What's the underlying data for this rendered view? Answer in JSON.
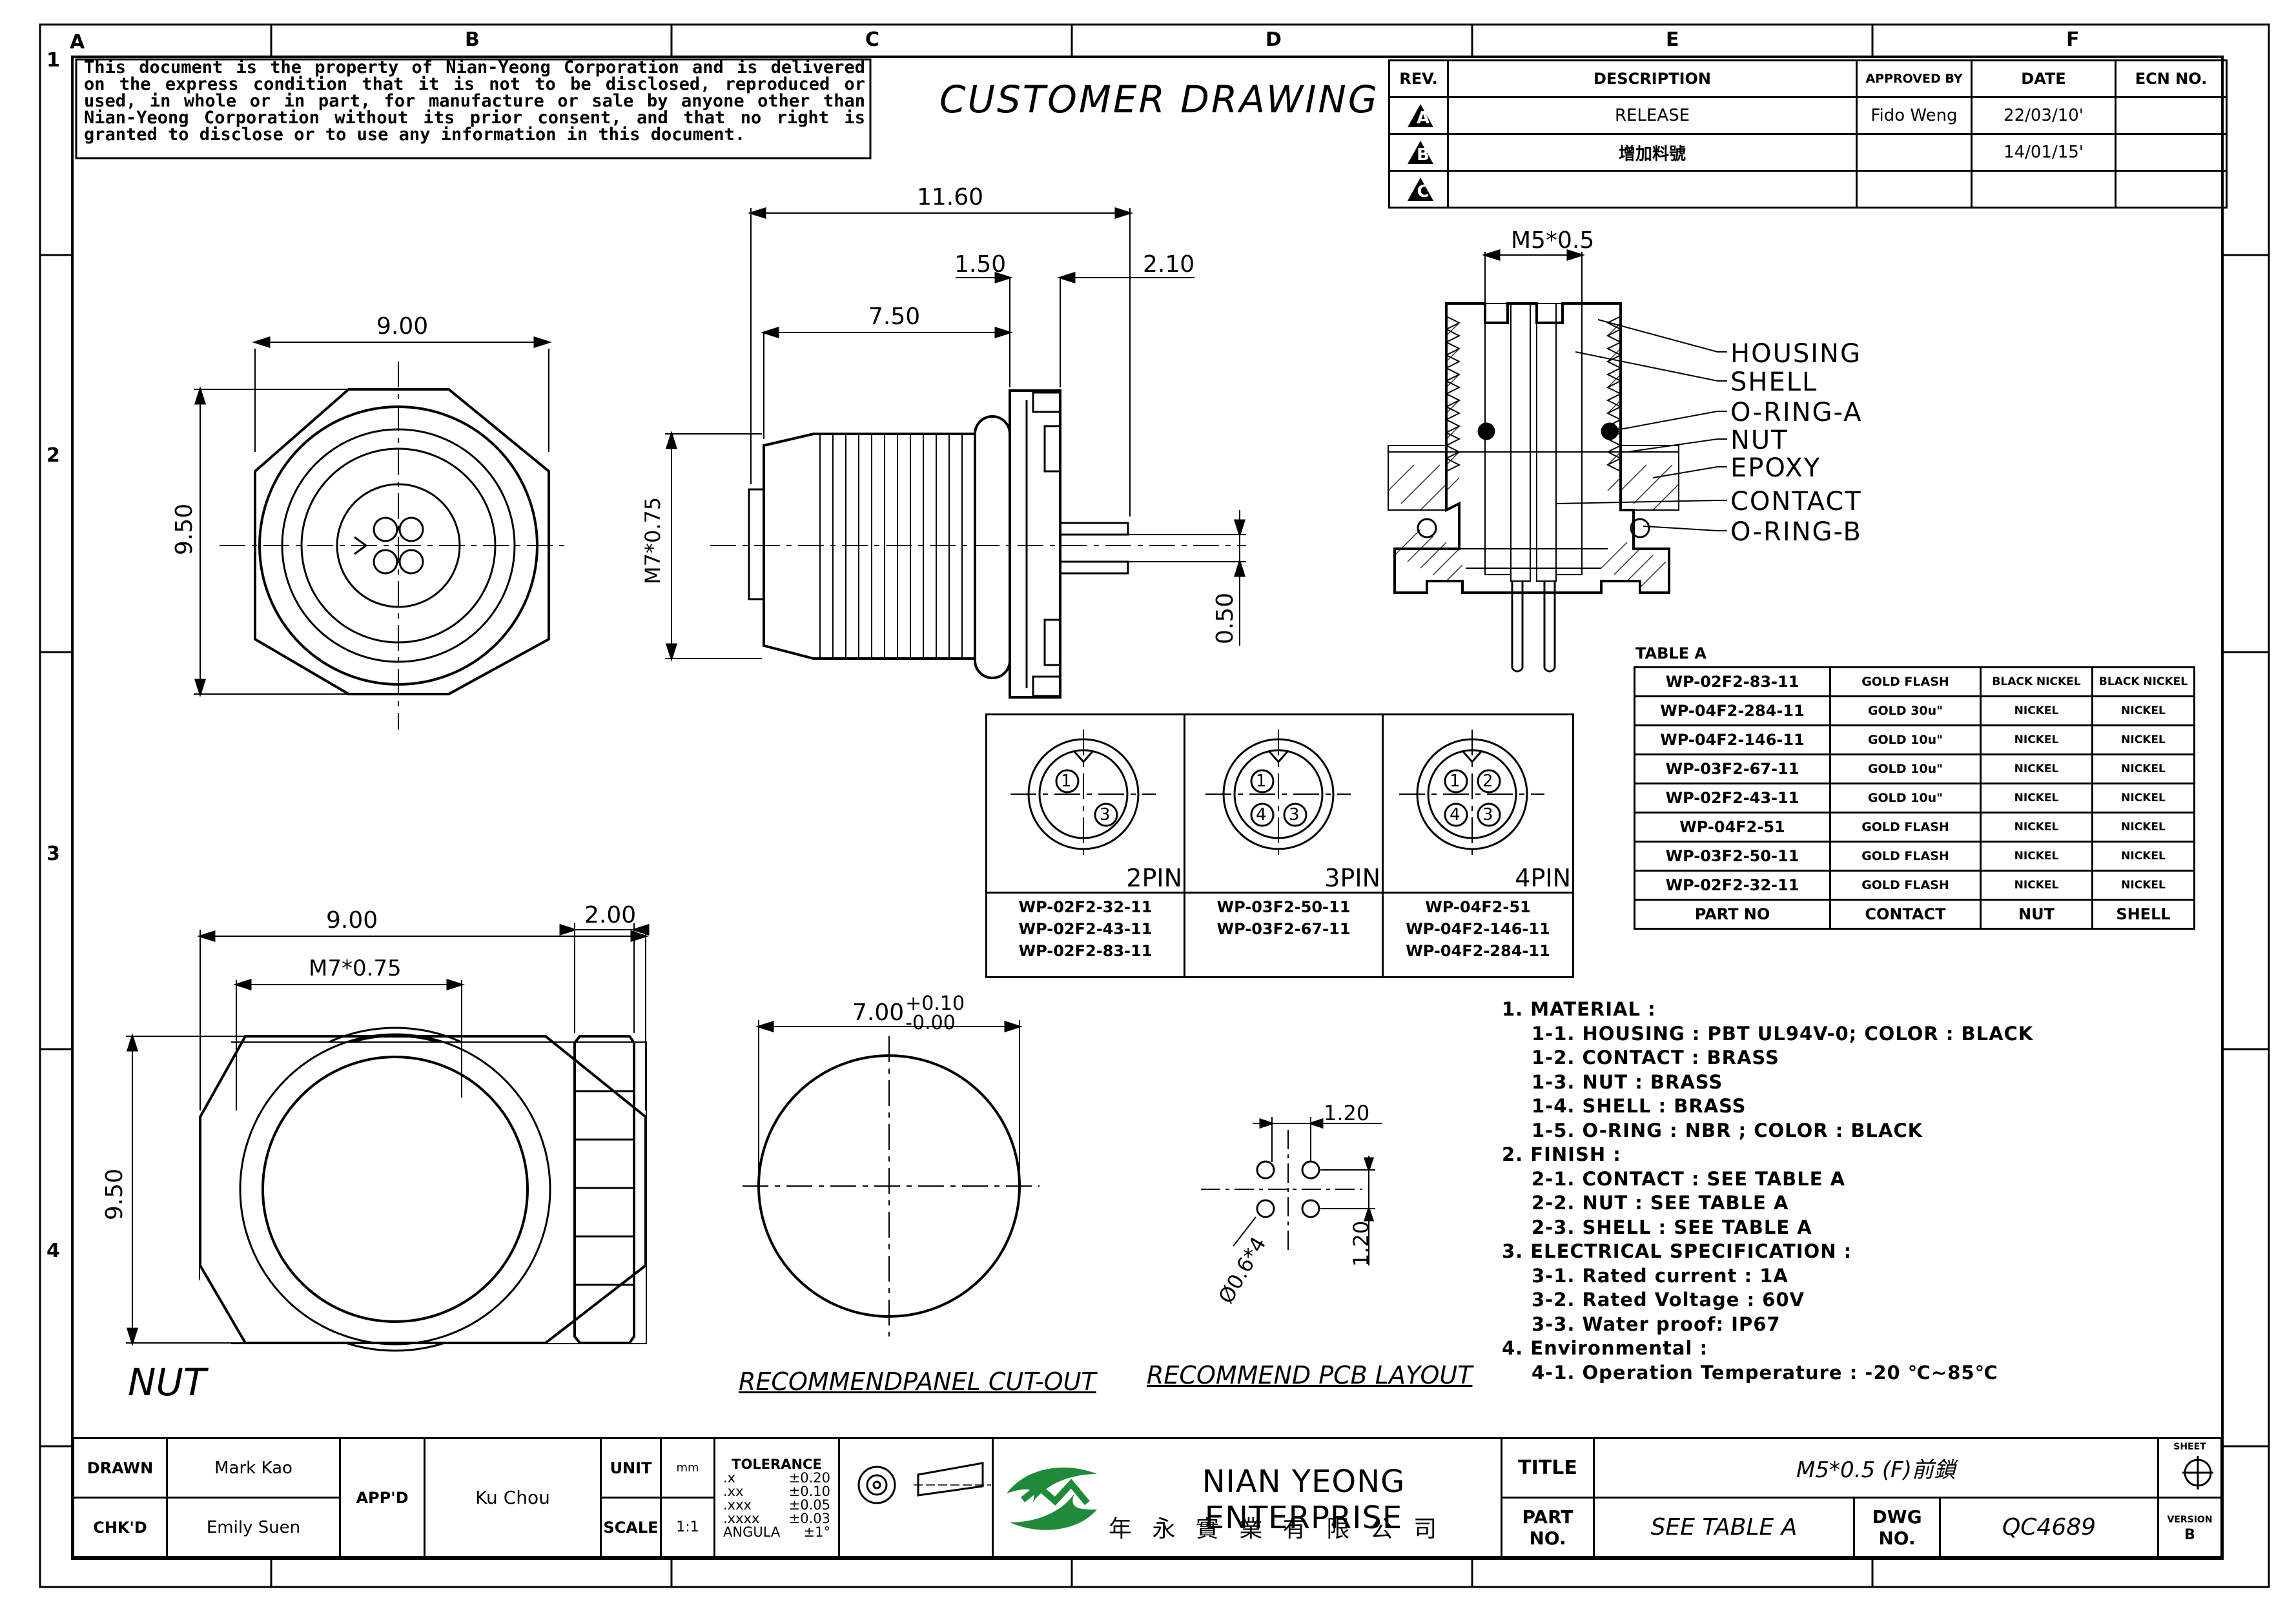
{
  "notice": "This document is the property of Nian-Yeong Corporation and is delivered on the express condition that it is not to be disclosed, reproduced or used, in whole or in part, for manufacture or sale by anyone other than Nian-Yeong Corporation without its prior consent, and that no right is granted to disclose or to use any information in this document.",
  "drawing_title": "CUSTOMER DRAWING",
  "grid": {
    "columns": [
      "A",
      "B",
      "C",
      "D",
      "E",
      "F"
    ],
    "rows": [
      "1",
      "2",
      "3",
      "4"
    ]
  },
  "revision_table": {
    "headers": [
      "REV.",
      "DESCRIPTION",
      "APPROVED BY",
      "DATE",
      "ECN NO."
    ],
    "rows": [
      {
        "rev": "A",
        "description": "RELEASE",
        "approved_by": "Fido Weng",
        "date": "22/03/10'",
        "ecn": ""
      },
      {
        "rev": "B",
        "description": "增加料號",
        "approved_by": "",
        "date": "14/01/15'",
        "ecn": ""
      },
      {
        "rev": "C",
        "description": "",
        "approved_by": "",
        "date": "",
        "ecn": ""
      }
    ]
  },
  "dimensions": {
    "front_width": "9.00",
    "front_height": "9.50",
    "overall_length": "11.60",
    "flange": "1.50",
    "pin_length": "2.10",
    "thread_length": "7.50",
    "thread": "M7*0.75",
    "pin_dia": "0.50",
    "section_thread": "M5*0.5",
    "nut_width": "9.00",
    "nut_thread": "M7*0.75",
    "nut_height": "9.50",
    "nut_thickness": "2.00",
    "cutout_dia": "7.00",
    "cutout_tol_plus": "+0.10",
    "cutout_tol_minus": "-0.00",
    "pcb_pitch_x": "1.20",
    "pcb_pitch_y": "1.20",
    "pcb_hole": "Ø0.6*4"
  },
  "section_labels": [
    "HOUSING",
    "SHELL",
    "O-RING-A",
    "NUT",
    "EPOXY",
    "CONTACT",
    "O-RING-B"
  ],
  "view_labels": {
    "nut": "NUT",
    "cutout": "RECOMMENDPANEL CUT-OUT",
    "pcb": "RECOMMEND PCB LAYOUT"
  },
  "pin_configs": [
    {
      "label": "2PIN",
      "pins": [
        "1",
        "3"
      ],
      "parts": [
        "WP-02F2-32-11",
        "WP-02F2-43-11",
        "WP-02F2-83-11"
      ]
    },
    {
      "label": "3PIN",
      "pins": [
        "1",
        "4",
        "3"
      ],
      "parts": [
        "WP-03F2-50-11",
        "WP-03F2-67-11"
      ]
    },
    {
      "label": "4PIN",
      "pins": [
        "1",
        "2",
        "4",
        "3"
      ],
      "parts": [
        "WP-04F2-51",
        "WP-04F2-146-11",
        "WP-04F2-284-11"
      ]
    }
  ],
  "table_a": {
    "title": "TABLE A",
    "headers": [
      "PART NO",
      "CONTACT",
      "NUT",
      "SHELL"
    ],
    "rows": [
      [
        "WP-02F2-83-11",
        "GOLD FLASH",
        "BLACK NICKEL",
        "BLACK NICKEL"
      ],
      [
        "WP-04F2-284-11",
        "GOLD 30u\"",
        "NICKEL",
        "NICKEL"
      ],
      [
        "WP-04F2-146-11",
        "GOLD 10u\"",
        "NICKEL",
        "NICKEL"
      ],
      [
        "WP-03F2-67-11",
        "GOLD 10u\"",
        "NICKEL",
        "NICKEL"
      ],
      [
        "WP-02F2-43-11",
        "GOLD 10u\"",
        "NICKEL",
        "NICKEL"
      ],
      [
        "WP-04F2-51",
        "GOLD FLASH",
        "NICKEL",
        "NICKEL"
      ],
      [
        "WP-03F2-50-11",
        "GOLD FLASH",
        "NICKEL",
        "NICKEL"
      ],
      [
        "WP-02F2-32-11",
        "GOLD FLASH",
        "NICKEL",
        "NICKEL"
      ]
    ]
  },
  "notes": [
    {
      "text": "1. MATERIAL :",
      "indent": 0
    },
    {
      "text": "1-1. HOUSING : PBT UL94V-0; COLOR : BLACK",
      "indent": 1
    },
    {
      "text": "1-2. CONTACT : BRASS",
      "indent": 1
    },
    {
      "text": "1-3. NUT : BRASS",
      "indent": 1
    },
    {
      "text": "1-4. SHELL : BRASS",
      "indent": 1
    },
    {
      "text": "1-5. O-RING : NBR ; COLOR : BLACK",
      "indent": 1
    },
    {
      "text": "2. FINISH :",
      "indent": 0
    },
    {
      "text": "2-1. CONTACT : SEE TABLE A",
      "indent": 1
    },
    {
      "text": "2-2. NUT : SEE TABLE A",
      "indent": 1
    },
    {
      "text": "2-3. SHELL : SEE TABLE A",
      "indent": 1
    },
    {
      "text": "3. ELECTRICAL SPECIFICATION :",
      "indent": 0
    },
    {
      "text": "3-1. Rated current : 1A",
      "indent": 1
    },
    {
      "text": "3-2. Rated Voltage : 60V",
      "indent": 1
    },
    {
      "text": "3-3. Water proof: IP67",
      "indent": 1
    },
    {
      "text": "4. Environmental :",
      "indent": 0
    },
    {
      "text": "4-1. Operation Temperature : -20 ℃~85℃",
      "indent": 1
    }
  ],
  "title_block": {
    "drawn_label": "DRAWN",
    "drawn": "Mark Kao",
    "chkd_label": "CHK'D",
    "chkd": "Emily Suen",
    "appd_label": "APP'D",
    "appd": "Ku Chou",
    "unit_label": "UNIT",
    "unit": "mm",
    "scale_label": "SCALE",
    "scale": "1:1",
    "tolerance_title": "TOLERANCE",
    "tolerances": [
      {
        "k": ".x",
        "v": "±0.20"
      },
      {
        "k": ".xx",
        "v": "±0.10"
      },
      {
        "k": ".xxx",
        "v": "±0.05"
      },
      {
        "k": ".xxxx",
        "v": "±0.03"
      },
      {
        "k": "ANGULA",
        "v": "±1°"
      }
    ],
    "company": "NIAN YEONG ENTERPRISE",
    "company_cn": "年 永 實 業 有 限 公 司",
    "title_label": "TITLE",
    "title": "M5*0.5 (F)前鎖",
    "part_label": "PART NO.",
    "part": "SEE TABLE A",
    "dwg_label": "DWG NO.",
    "dwg": "QC4689",
    "sheet_label": "SHEET",
    "version_label": "VERSION",
    "version": "B"
  },
  "colors": {
    "ink": "#000000",
    "logo_green": "#1e8a3a",
    "paper": "#ffffff"
  }
}
